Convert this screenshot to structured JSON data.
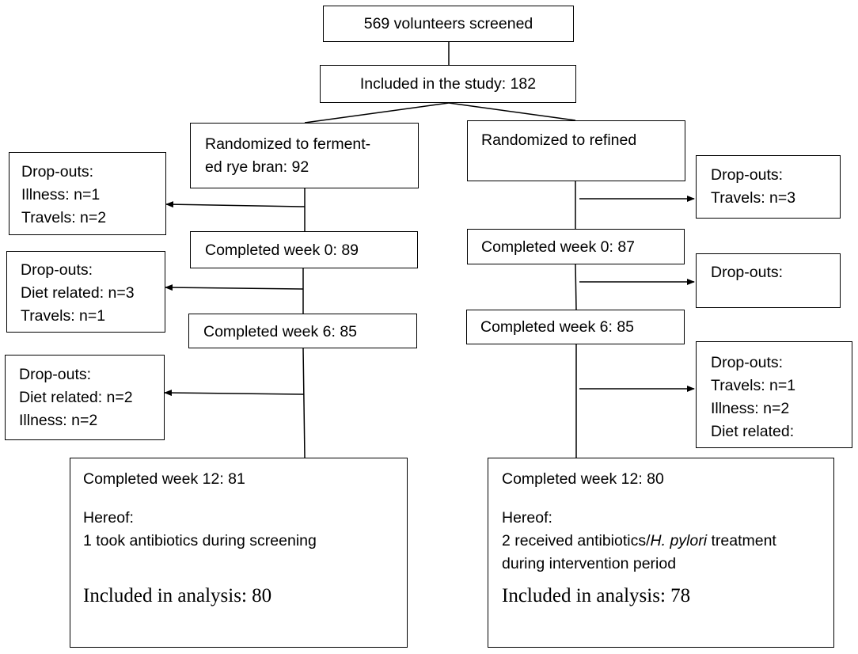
{
  "screened": "569 volunteers screened",
  "included": "Included in the study: 182",
  "left": {
    "randomized": [
      "Randomized to ferment-",
      "ed rye bran: 92"
    ],
    "dropouts1": [
      "Drop-outs:",
      "Illness: n=1",
      "Travels: n=2"
    ],
    "week0": "Completed week 0: 89",
    "dropouts2": [
      "Drop-outs:",
      "Diet related: n=3",
      "Travels: n=1"
    ],
    "week6": "Completed week 6: 85",
    "dropouts3": [
      "Drop-outs:",
      "Diet related: n=2",
      "Illness: n=2"
    ],
    "final": {
      "week12": "Completed week 12: 81",
      "hereof": "Hereof:",
      "detail1": "1 took antibiotics during screening",
      "analysis": "Included in analysis: 80"
    }
  },
  "right": {
    "randomized": "Randomized to refined",
    "dropouts1": [
      "Drop-outs:",
      "Travels: n=3"
    ],
    "week0": "Completed week 0: 87",
    "dropouts2": [
      "Drop-outs:"
    ],
    "week6": "Completed week 6: 85",
    "dropouts3": [
      "Drop-outs:",
      "Travels: n=1",
      "Illness: n=2",
      "Diet related:"
    ],
    "final": {
      "week12": "Completed week 12: 80",
      "hereof": "Hereof:",
      "detail_pre": "2 received antibiotics/",
      "detail_italic": "H. pylori",
      "detail_post": " treatment",
      "detail2": "during intervention period",
      "analysis": "Included in analysis: 78"
    }
  }
}
